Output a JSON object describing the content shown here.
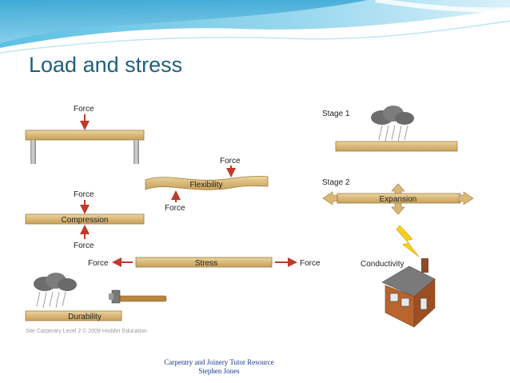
{
  "slide": {
    "title": "Load and stress"
  },
  "diagram": {
    "labels": {
      "force_top_beam": "Force",
      "force_flex_top": "Force",
      "flexibility": "Flexibility",
      "force_flex_bottom": "Force",
      "force_comp_top": "Force",
      "compression": "Compression",
      "force_comp_bottom": "Force",
      "force_stress_left": "Force",
      "stress": "Stress",
      "force_stress_right": "Force",
      "durability": "Durability",
      "stage1": "Stage 1",
      "stage2": "Stage 2",
      "expansion": "Expansion",
      "conductivity": "Conductivity"
    },
    "copyright": "Site Carpentry Level 2 © 2009 Hodder Education"
  },
  "footer": {
    "line1": "Carpentry and Joinery Tutor Resource",
    "line2": "Stephen Jones"
  },
  "colors": {
    "title": "#1f5f7a",
    "wood": "#e3c78f",
    "wood_edge": "#9c7a3e",
    "arrow_red": "#c0392b",
    "header_teal": "#4fb3d9",
    "footer": "#1f3a8a"
  }
}
